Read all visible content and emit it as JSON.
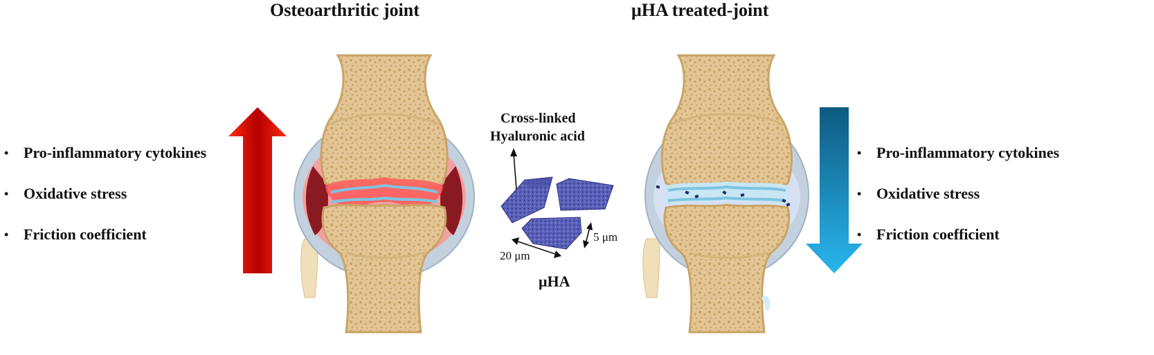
{
  "titles": {
    "left": "Osteoarthritic joint",
    "right": "μHA treated-joint"
  },
  "left_panel": {
    "effects": [
      "Pro-inflammatory cytokines",
      "Oxidative stress",
      "Friction coefficient"
    ],
    "arrow_direction": "up",
    "arrow_color": "#ff1a00"
  },
  "right_panel": {
    "effects": [
      "Pro-inflammatory cytokines",
      "Oxidative stress",
      "Friction coefficient"
    ],
    "arrow_direction": "down",
    "arrow_color": "#1aa0e0"
  },
  "particle": {
    "material_label_line1": "Cross-linked",
    "material_label_line2": "Hyaluronic acid",
    "length_label": "20 μm",
    "thickness_label": "5 μm",
    "name": "μHA",
    "color": "#3a3f9a"
  },
  "colors": {
    "bone": "#e8cc9a",
    "bone_dark": "#c9a467",
    "capsule": "#c3d1de",
    "inflammation": "#f26a6a",
    "cartilage": "#8cc7dd"
  }
}
